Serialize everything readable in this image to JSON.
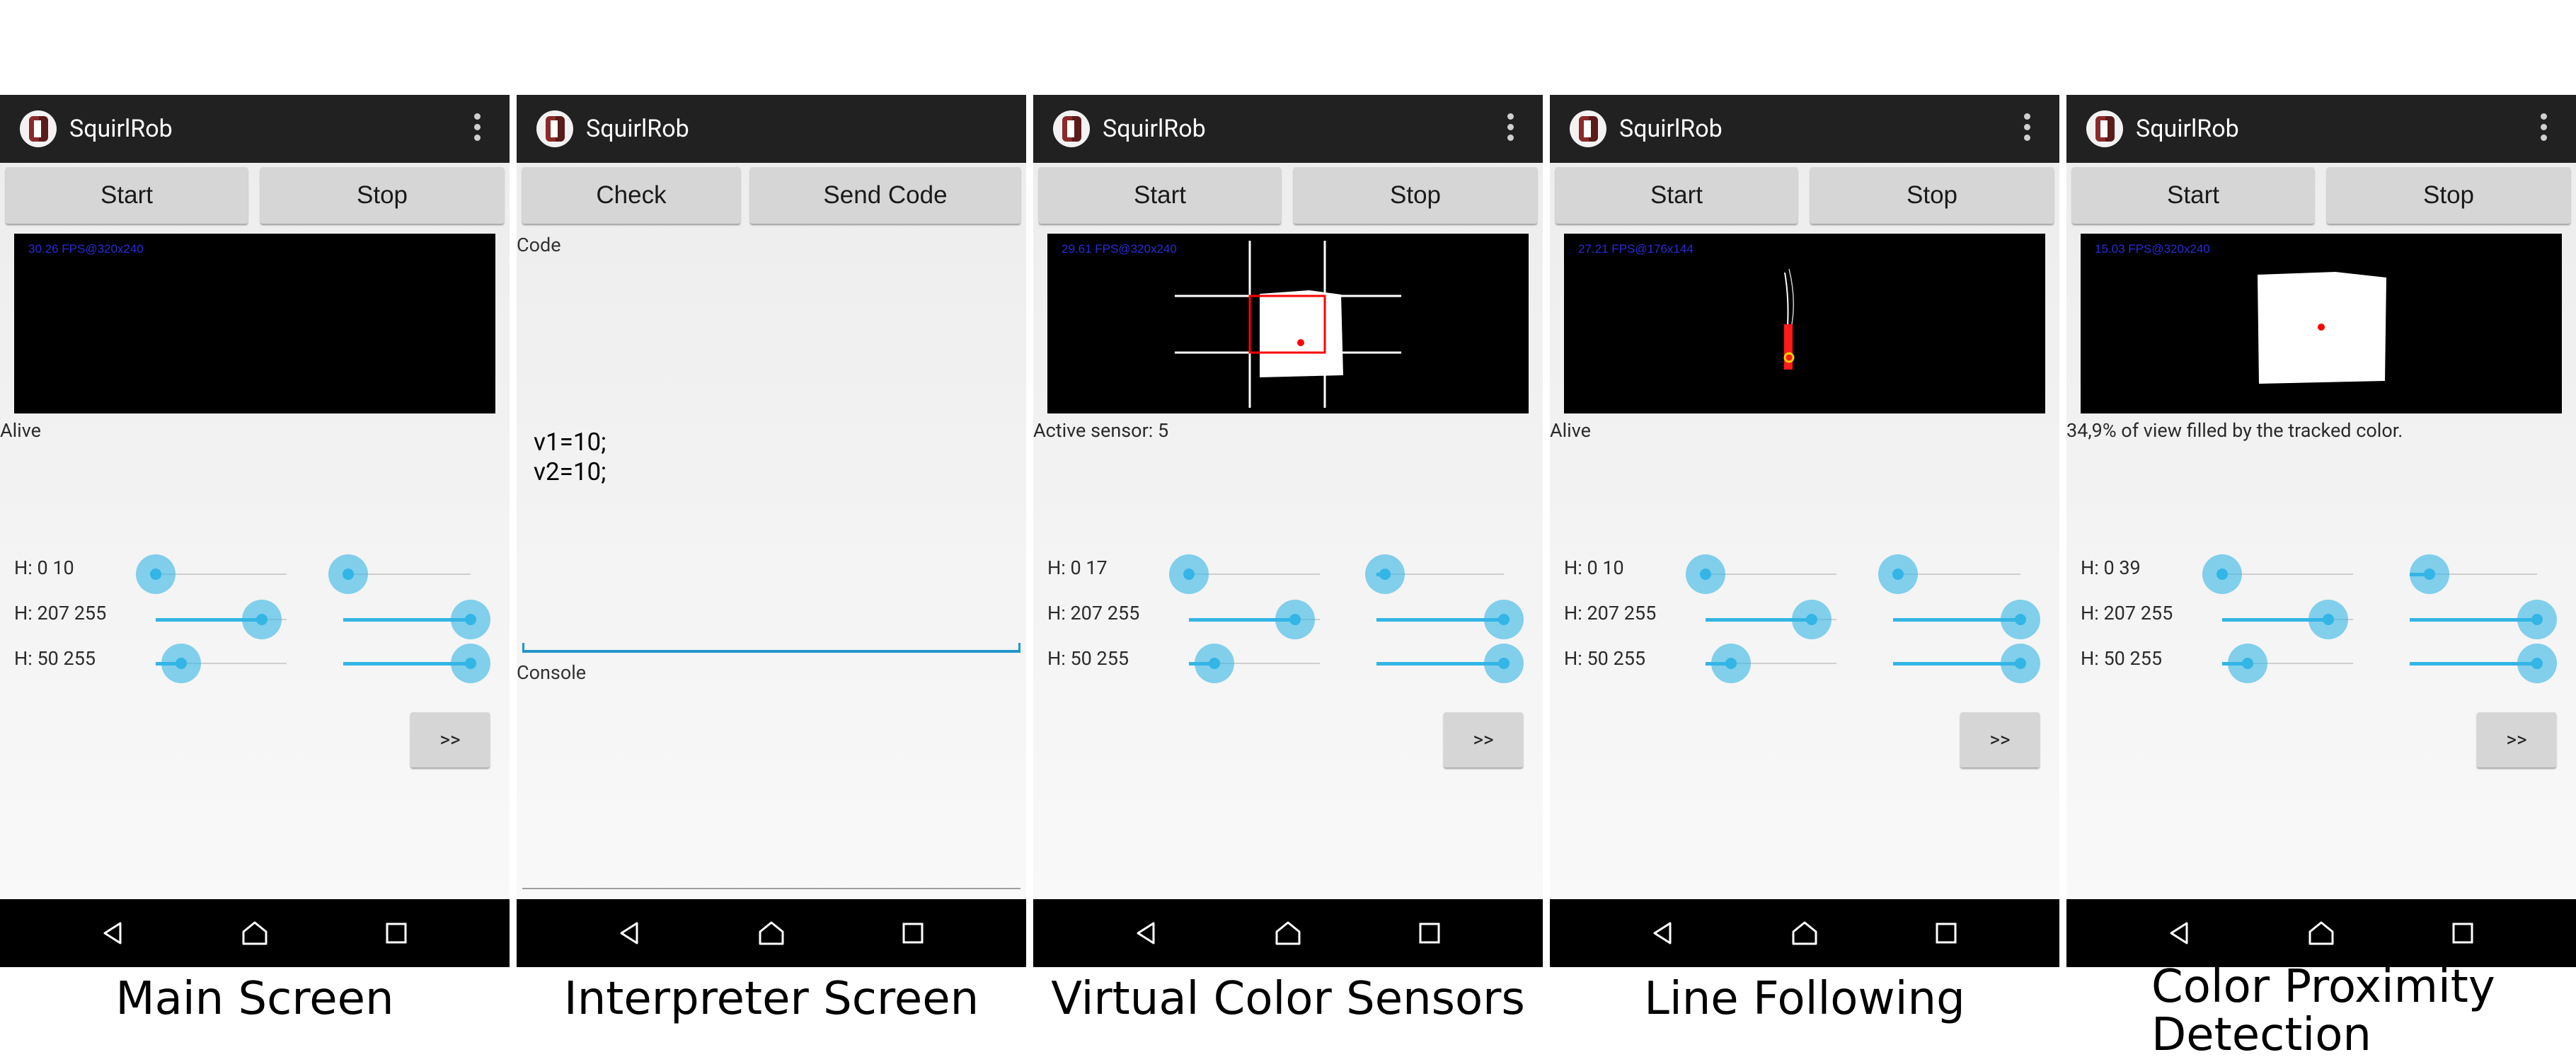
{
  "app_title": "SquirlRob",
  "screens": [
    {
      "id": "main",
      "fps": "30.26 FPS@320x240",
      "buttons": [
        "Start",
        "Stop"
      ],
      "status": "Alive",
      "rows": [
        {
          "label": "H: 0 10"
        },
        {
          "label": "H: 207 255"
        },
        {
          "label": "H: 50 255"
        }
      ],
      "next_label": ">>",
      "caption": "Main Screen"
    },
    {
      "id": "interpreter",
      "buttons": [
        "Check",
        "Send Code"
      ],
      "code_label": "Code",
      "code": "v1=10;\nv2=10;",
      "console_label": "Console",
      "caption": "Interpreter Screen"
    },
    {
      "id": "color-sensors",
      "fps": "29.61 FPS@320x240",
      "buttons": [
        "Start",
        "Stop"
      ],
      "status": "Active sensor: 5",
      "rows": [
        {
          "label": "H: 0 17"
        },
        {
          "label": "H: 207 255"
        },
        {
          "label": "H: 50 255"
        }
      ],
      "next_label": ">>",
      "caption": "Virtual Color Sensors"
    },
    {
      "id": "line-following",
      "fps": "27.21 FPS@176x144",
      "buttons": [
        "Start",
        "Stop"
      ],
      "status": "Alive",
      "rows": [
        {
          "label": "H: 0 10"
        },
        {
          "label": "H: 207 255"
        },
        {
          "label": "H: 50 255"
        }
      ],
      "next_label": ">>",
      "caption": "Line Following"
    },
    {
      "id": "proximity",
      "fps": "15.03 FPS@320x240",
      "buttons": [
        "Start",
        "Stop"
      ],
      "status": "34,9% of view filled by the tracked color.",
      "rows": [
        {
          "label": "H: 0 39"
        },
        {
          "label": "H: 207 255"
        },
        {
          "label": "H: 50 255"
        }
      ],
      "next_label": ">>",
      "caption": "Color Proximity\nDetection"
    }
  ],
  "slider_ranges": [
    [
      [
        0,
        10
      ],
      [
        207,
        255
      ],
      [
        50,
        255
      ]
    ],
    [],
    [
      [
        0,
        17
      ],
      [
        207,
        255
      ],
      [
        50,
        255
      ]
    ],
    [
      [
        0,
        10
      ],
      [
        207,
        255
      ],
      [
        50,
        255
      ]
    ],
    [
      [
        0,
        39
      ],
      [
        207,
        255
      ],
      [
        50,
        255
      ]
    ]
  ],
  "colors": {
    "appbar": "#212121",
    "accent": "#33b5e5",
    "button": "#d6d6d6",
    "navbar": "#000000",
    "marker": "#ff0000"
  },
  "icons": [
    "overflow-menu-icon",
    "back-icon",
    "home-icon",
    "recents-icon"
  ]
}
